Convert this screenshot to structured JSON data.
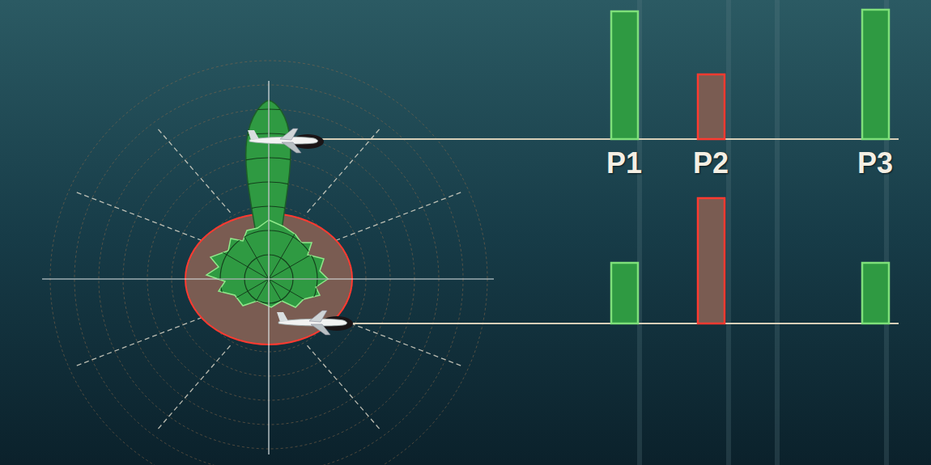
{
  "diagram": {
    "labels": [
      "P1",
      "P2",
      "P3"
    ]
  }
}
